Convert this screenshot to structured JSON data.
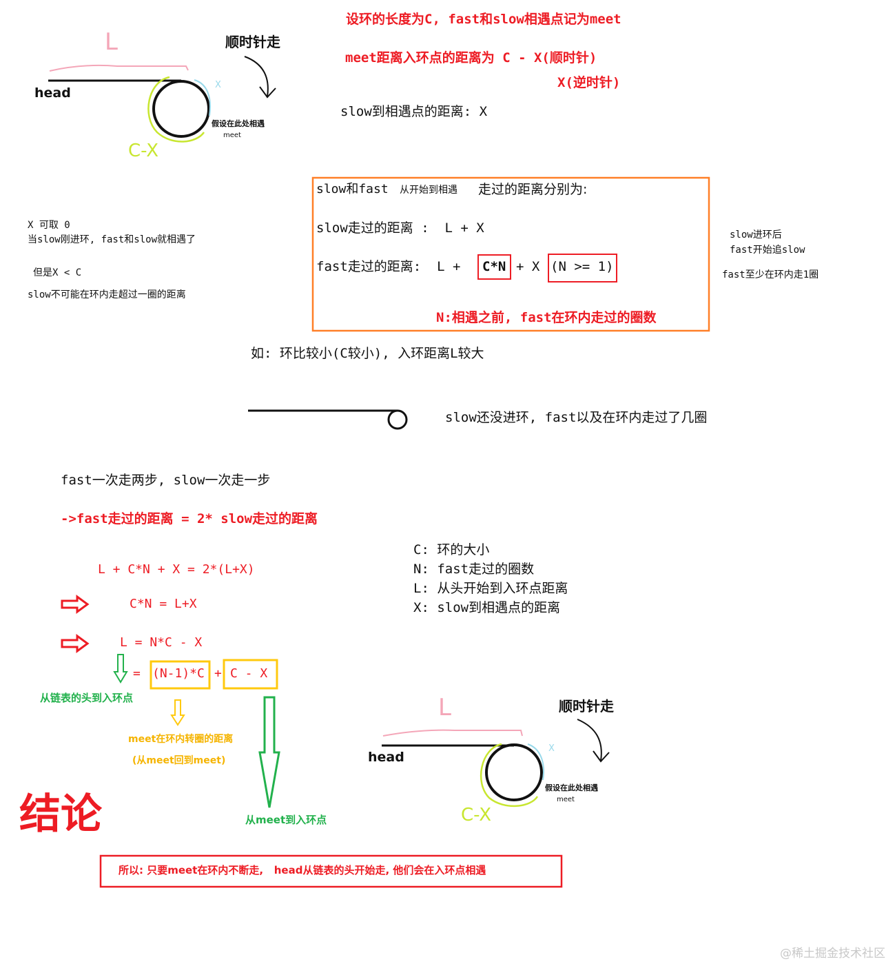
{
  "colors": {
    "red": "#ed1c24",
    "orange": "#ff7f27",
    "green": "#22b14c",
    "yellow": "#ffc90e",
    "pink": "#f4a6b8",
    "lime": "#c8e630",
    "skyblue": "#99d9ea",
    "black": "#111111"
  },
  "diagram1": {
    "l_label": "L",
    "clockwise_label": "顺时针走",
    "head_label": "head",
    "x_label": "X",
    "meet_note": "假设在此处相遇",
    "meet_label": "meet",
    "cx_label": "C-X"
  },
  "intro": {
    "line1": "设环的长度为C, fast和slow相遇点记为meet",
    "line2": "meet距离入环点的距离为 C - X(顺时针)",
    "line3": "X(逆时针)",
    "line4": "slow到相遇点的距离: X"
  },
  "distance_box": {
    "title_a": "slow和fast",
    "title_b": "从开始到相遇",
    "title_c": "走过的距离分别为:",
    "slow_line": "slow走过的距离 :  L + X",
    "fast_prefix": "fast走过的距离:  L +",
    "fast_cn": "C*N",
    "fast_mid": "+ X",
    "fast_cond": "(N >= 1)",
    "note": "N:相遇之前, fast在环内走过的圈数"
  },
  "left_notes": {
    "x_zero": "X 可取 0",
    "x_zero_reason": "当slow刚进环, fast和slow就相遇了",
    "x_less": "但是X < C",
    "x_less_reason": "slow不可能在环内走超过一圈的距离"
  },
  "right_notes": {
    "line1": "slow进环后",
    "line2": "fast开始追slow",
    "line3": "fast至少在环内走1圈"
  },
  "example": {
    "text": "如: 环比较小(C较小), 入环距离L较大",
    "caption": "slow还没进环, fast以及在环内走过了几圈"
  },
  "derivation": {
    "step_text": "fast一次走两步, slow一次走一步",
    "implies": "->fast走过的距离 = 2* slow走过的距离",
    "eq1": "L + C*N + X = 2*(L+X)",
    "eq2": "C*N = L+X",
    "eq3": "L = N*C - X",
    "eq4_eq": "=",
    "eq4_a": "(N-1)*C",
    "eq4_plus": "+",
    "eq4_b": "C - X",
    "green_note": "从链表的头到入环点",
    "yellow_note1": "meet在环内转圈的距离",
    "yellow_note2": "(从meet回到meet)",
    "green_note2": "从meet到入环点"
  },
  "legend": {
    "c": "C: 环的大小",
    "n": "N: fast走过的圈数",
    "l": "L: 从头开始到入环点距离",
    "x": "X: slow到相遇点的距离"
  },
  "diagram2": {
    "l_label": "L",
    "clockwise_label": "顺时针走",
    "head_label": "head",
    "x_label": "X",
    "meet_note": "假设在此处相遇",
    "meet_label": "meet",
    "cx_label": "C-X"
  },
  "conclusion": {
    "title": "结论",
    "text": "所以: 只要meet在环内不断走,   head从链表的头开始走, 他们会在入环点相遇"
  },
  "watermark": "@稀土掘金技术社区"
}
